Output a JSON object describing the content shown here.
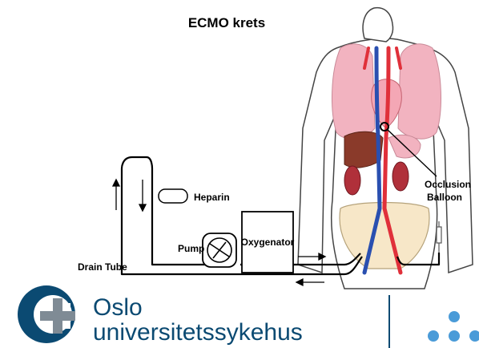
{
  "title": "ECMO krets",
  "labels": {
    "heparin": "Heparin",
    "pump": "Pump",
    "oxygenator": "Oxygenator",
    "drain_tube": "Drain Tube",
    "occlusion_line1": "Occlusion",
    "occlusion_line2": "Balloon"
  },
  "logo": {
    "line1": "Oslo",
    "line2": "universitetssykehus"
  },
  "colors": {
    "brand": "#0b4a72",
    "accent": "#4a9bd8",
    "vessel_red": "#e0303a",
    "vessel_blue": "#2a4fb0",
    "organ_pink": "#f2b3c0",
    "liver": "#8a3a2a"
  }
}
